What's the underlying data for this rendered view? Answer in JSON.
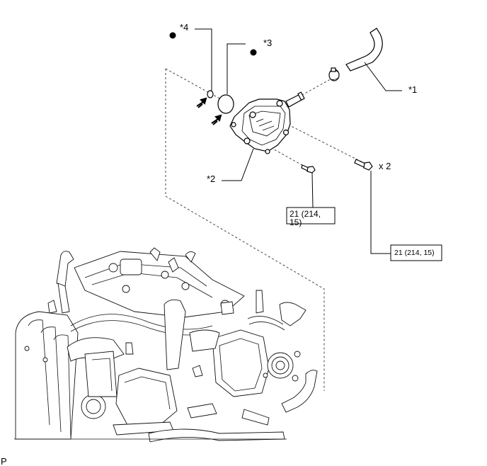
{
  "callouts": {
    "c1": "*1",
    "c2": "*2",
    "c3": "*3",
    "c4": "*4"
  },
  "quantity": "x 2",
  "torque": {
    "bolt_left_line1": "21 (214,",
    "bolt_left_line2": "15)",
    "bolt_right": "21 (214, 15)"
  },
  "corner_mark": "P"
}
